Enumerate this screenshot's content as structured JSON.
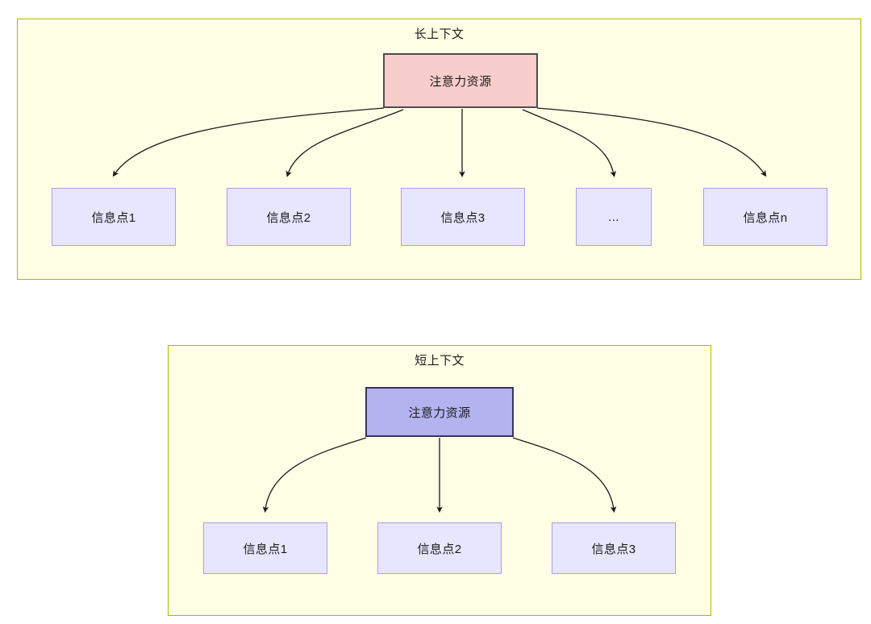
{
  "diagram": {
    "type": "two-panel-tree",
    "panel_fill": "#ffffe6",
    "panel_border": "#b5b500",
    "panels": [
      {
        "id": "long-context",
        "title": "长上下文",
        "root": {
          "label": "注意力资源",
          "fill": "#f8cecc",
          "border": "#4d4d4d"
        },
        "children": [
          {
            "label": "信息点1"
          },
          {
            "label": "信息点2"
          },
          {
            "label": "信息点3"
          },
          {
            "label": "..."
          },
          {
            "label": "信息点n"
          }
        ],
        "child_fill": "#e6e6ff",
        "child_border": "#b49ae8",
        "edge_count": 5
      },
      {
        "id": "short-context",
        "title": "短上下文",
        "root": {
          "label": "注意力资源",
          "fill": "#b3b3f0",
          "border": "#36365c"
        },
        "children": [
          {
            "label": "信息点1"
          },
          {
            "label": "信息点2"
          },
          {
            "label": "信息点3"
          }
        ],
        "child_fill": "#e6e6ff",
        "child_border": "#b49ae8",
        "edge_count": 3
      }
    ],
    "edge_color": "#1a1a1a",
    "text_color": "#1a1a1a"
  }
}
